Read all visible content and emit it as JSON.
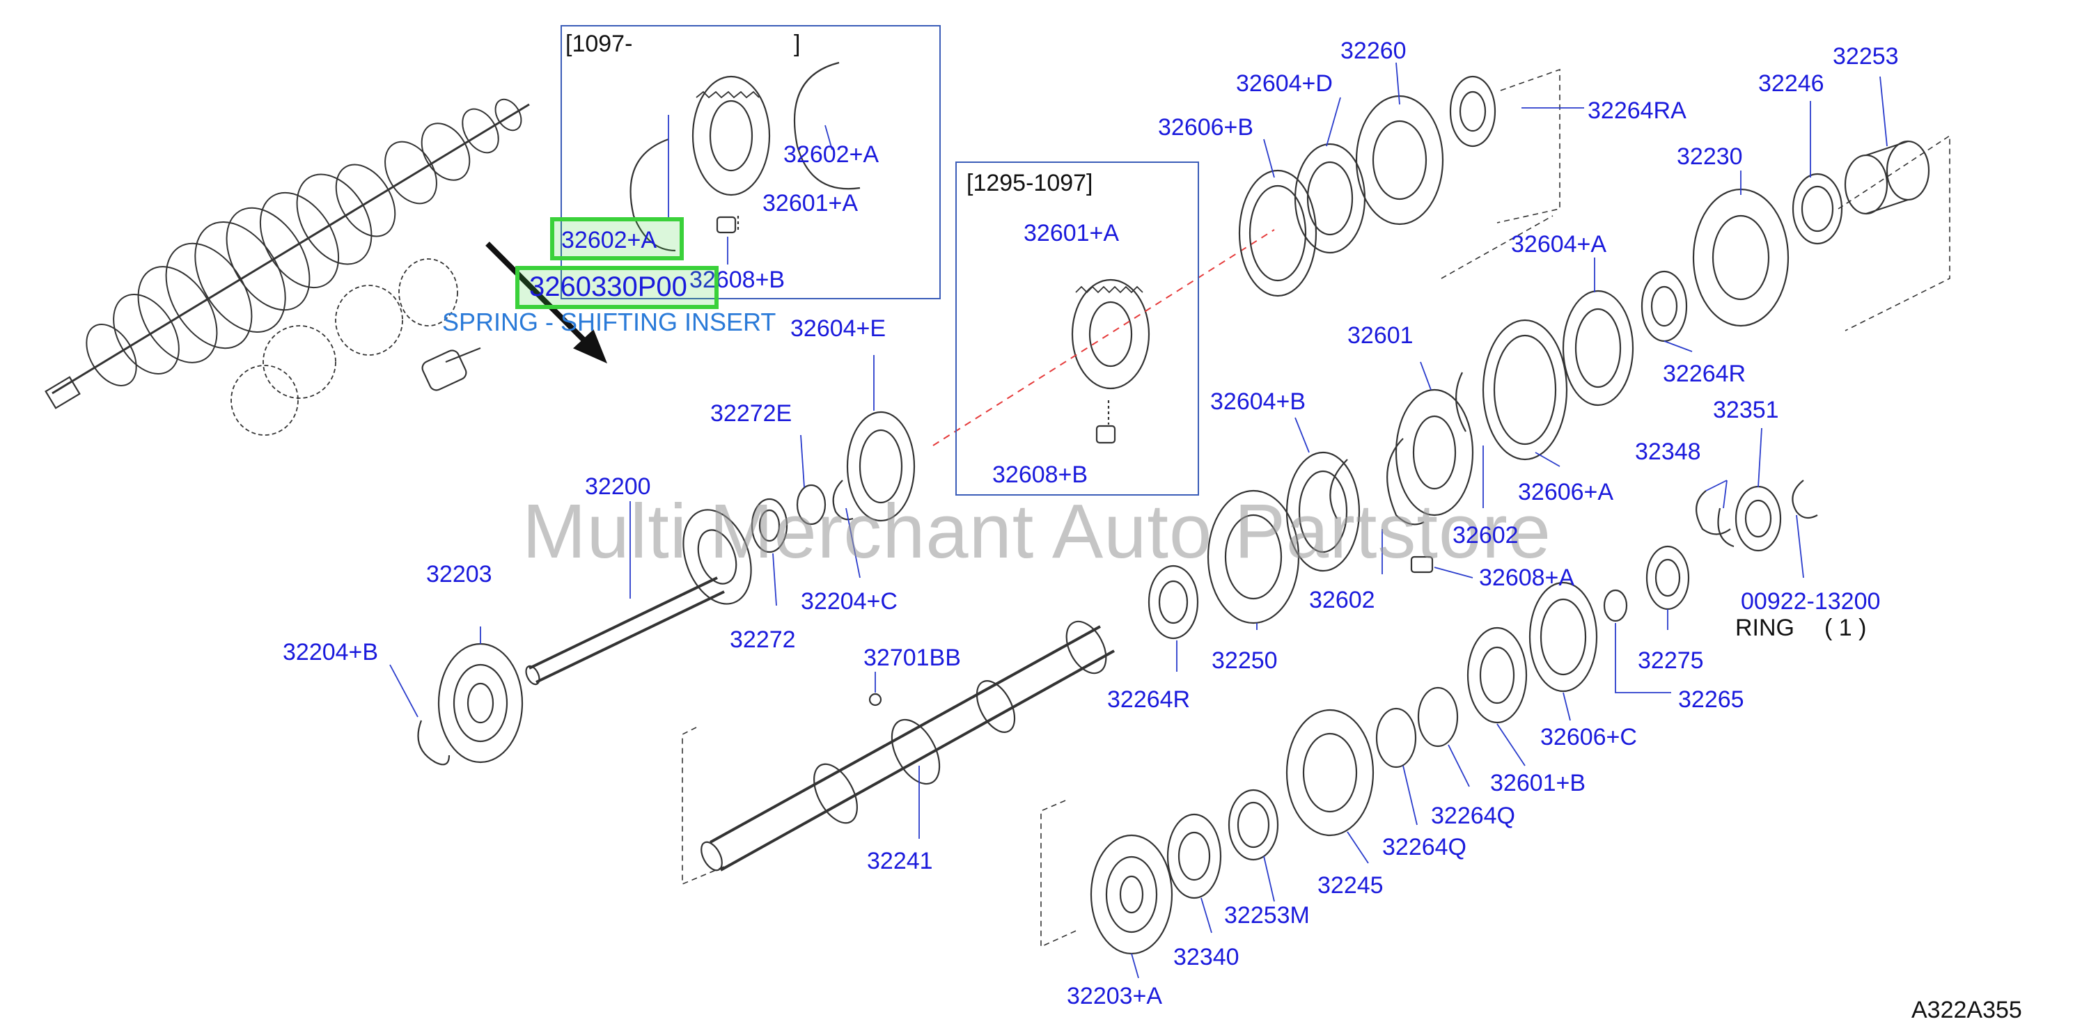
{
  "diagram": {
    "doc_code": "A322A355",
    "watermark": "Multi Merchant Auto Partstore",
    "highlight_primary": "32602+A",
    "highlight_secondary": "3260330P00",
    "callout": "SPRING - SHIFTING INSERT",
    "inset_a": {
      "range": "[1097-",
      "range_end": "]",
      "labels": [
        "32602+A",
        "32601+A",
        "32608+B"
      ]
    },
    "inset_b": {
      "range": "[1295-1097]",
      "labels": [
        "32601+A",
        "32608+B"
      ]
    },
    "parts": {
      "p32260": "32260",
      "p32604D": "32604+D",
      "p32264RA": "32264RA",
      "p32606B": "32606+B",
      "p32253": "32253",
      "p32246": "32246",
      "p32230": "32230",
      "p32604A": "32604+A",
      "p32264R_top": "32264R",
      "p32601": "32601",
      "p32351": "32351",
      "p32604E": "32604+E",
      "p32604B": "32604+B",
      "p32348": "32348",
      "p32272E": "32272E",
      "p32606A": "32606+A",
      "p32200": "32200",
      "p32602_a": "32602",
      "p32602_b": "32602",
      "p32608A": "32608+A",
      "p32203": "32203",
      "p32204C": "32204+C",
      "p00922": "00922-13200",
      "p32272": "32272",
      "p32250": "32250",
      "p32275": "32275",
      "p32204B": "32204+B",
      "p32701BB": "32701BB",
      "p32264R_mid": "32264R",
      "p32265": "32265",
      "p32606C": "32606+C",
      "p32601B": "32601+B",
      "p32264Q_a": "32264Q",
      "p32264Q_b": "32264Q",
      "p32241": "32241",
      "p32245": "32245",
      "p32253M": "32253M",
      "p32340": "32340",
      "p32203A": "32203+A"
    },
    "ring_note": {
      "label": "RING",
      "qty": "( 1 )"
    }
  }
}
